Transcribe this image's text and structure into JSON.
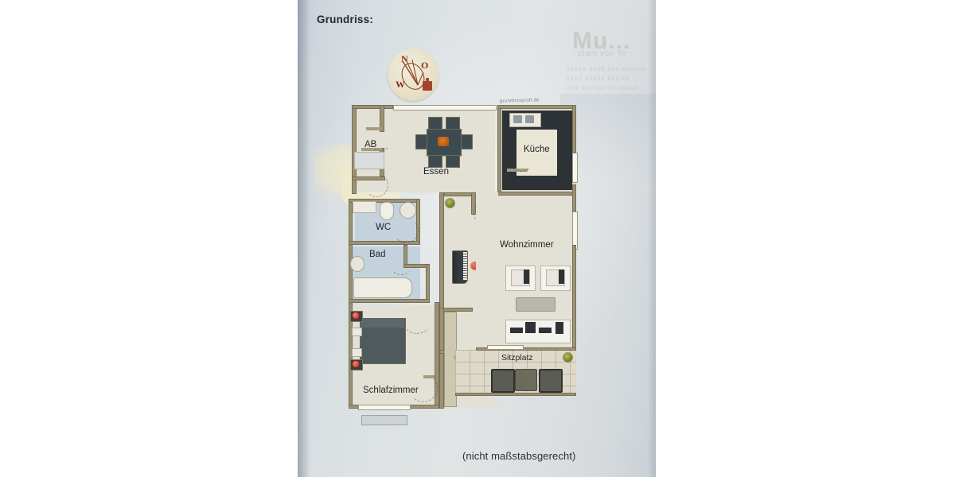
{
  "document": {
    "title": "Grundriss:",
    "caption": "(nicht maßstabsgerecht)",
    "watermark": "grundrissprofi.de"
  },
  "compass": {
    "north": "N",
    "east": "O",
    "west": "W",
    "needle_direction": "north-west",
    "house_marker": "house-icon"
  },
  "plan": {
    "rooms": [
      {
        "id": "ab",
        "label": "AB"
      },
      {
        "id": "essen",
        "label": "Essen"
      },
      {
        "id": "kueche",
        "label": "Küche"
      },
      {
        "id": "wc",
        "label": "WC"
      },
      {
        "id": "bad",
        "label": "Bad"
      },
      {
        "id": "wohnzimmer",
        "label": "Wohnzimmer"
      },
      {
        "id": "schlafzimmer",
        "label": "Schlafzimmer"
      },
      {
        "id": "sitzplatz",
        "label": "Sitzplatz"
      }
    ]
  },
  "colors": {
    "page": "#dcdfe1",
    "wall": "#9c9275",
    "floor": "#e3e0d6",
    "bath_floor": "#c4d2dd",
    "dark_furniture": "#2d3236",
    "compass_letter": "#8a2f18",
    "text": "#1f2226"
  },
  "bleed": {
    "logo": "Mu...",
    "sub": "plant  von Te",
    "line1": "xxxxx xxxx xxx xxxxxx",
    "line2": "xxxx xxxxx xxx xx",
    "line3": "xxx xxxxxx xx xxxxx"
  }
}
